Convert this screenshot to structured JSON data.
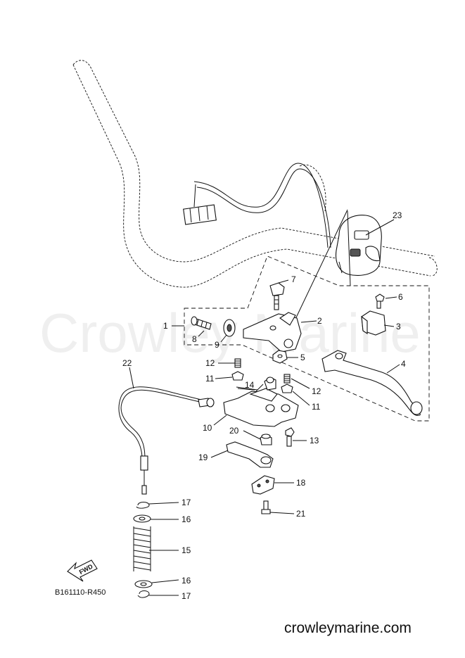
{
  "diagram": {
    "watermark": "Crowley Marine",
    "footer_code": "B161110-R450",
    "website": "crowleymarine.com",
    "fwd_label": "FWD",
    "callouts": [
      {
        "id": "c1",
        "label": "1"
      },
      {
        "id": "c2",
        "label": "2"
      },
      {
        "id": "c3",
        "label": "3"
      },
      {
        "id": "c4",
        "label": "4"
      },
      {
        "id": "c5",
        "label": "5"
      },
      {
        "id": "c6",
        "label": "6"
      },
      {
        "id": "c7",
        "label": "7"
      },
      {
        "id": "c8",
        "label": "8"
      },
      {
        "id": "c9",
        "label": "9"
      },
      {
        "id": "c10",
        "label": "10"
      },
      {
        "id": "c11a",
        "label": "11"
      },
      {
        "id": "c11b",
        "label": "11"
      },
      {
        "id": "c12a",
        "label": "12"
      },
      {
        "id": "c12b",
        "label": "12"
      },
      {
        "id": "c13",
        "label": "13"
      },
      {
        "id": "c14",
        "label": "14"
      },
      {
        "id": "c15",
        "label": "15"
      },
      {
        "id": "c16a",
        "label": "16"
      },
      {
        "id": "c16b",
        "label": "16"
      },
      {
        "id": "c17a",
        "label": "17"
      },
      {
        "id": "c17b",
        "label": "17"
      },
      {
        "id": "c18",
        "label": "18"
      },
      {
        "id": "c19",
        "label": "19"
      },
      {
        "id": "c20",
        "label": "20"
      },
      {
        "id": "c21",
        "label": "21"
      },
      {
        "id": "c22",
        "label": "22"
      },
      {
        "id": "c23",
        "label": "23"
      }
    ]
  }
}
